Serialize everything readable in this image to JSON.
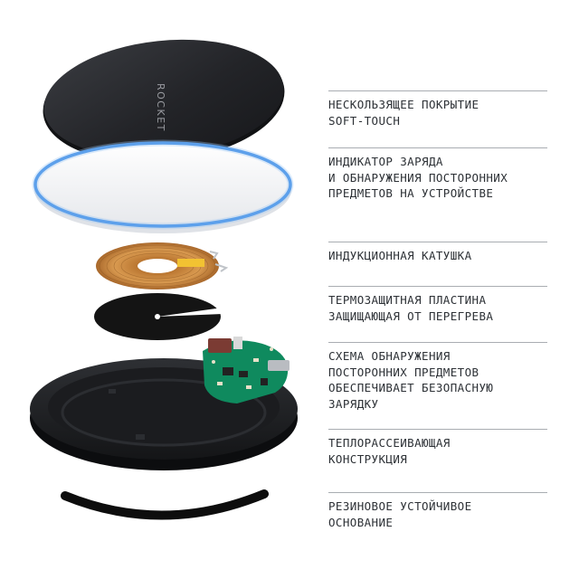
{
  "brand": "ROCKET",
  "features": [
    {
      "lines": [
        "НЕСКОЛЬЗЯЩЕЕ ПОКРЫТИЕ",
        "SOFT-TOUCH"
      ]
    },
    {
      "lines": [
        "ИНДИКАТОР ЗАРЯДА",
        "И ОБНАРУЖЕНИЯ ПОСТОРОННИХ",
        "ПРЕДМЕТОВ НА УСТРОЙСТВЕ"
      ]
    },
    {
      "lines": [
        "ИНДУКЦИОННАЯ КАТУШКА"
      ]
    },
    {
      "lines": [
        "ТЕРМОЗАЩИТНАЯ ПЛАСТИНА",
        "ЗАЩИЩАЮЩАЯ ОТ ПЕРЕГРЕВА"
      ]
    },
    {
      "lines": [
        "СХЕМА ОБНАРУЖЕНИЯ",
        "ПОСТОРОННИХ ПРЕДМЕТОВ",
        "ОБЕСПЕЧИВАЕТ БЕЗОПАСНУЮ",
        "ЗАРЯДКУ"
      ]
    },
    {
      "lines": [
        "ТЕПЛОРАССЕИВАЮЩАЯ",
        "КОНСТРУКЦИЯ"
      ]
    },
    {
      "lines": [
        "РЕЗИНОВОЕ УСТОЙЧИВОЕ",
        "ОСНОВАНИЕ"
      ]
    }
  ],
  "colors": {
    "cover": "#2b2d31",
    "indicator_ring": "#3d8de6",
    "coil": "#c98a3e",
    "coil_tab": "#f2c232",
    "thermal_plate": "#141414",
    "pcb": "#0f8a5e",
    "base": "#1f2023",
    "rubber": "#0d0d0d",
    "text": "#2d3136",
    "rule": "#a9adb2"
  }
}
